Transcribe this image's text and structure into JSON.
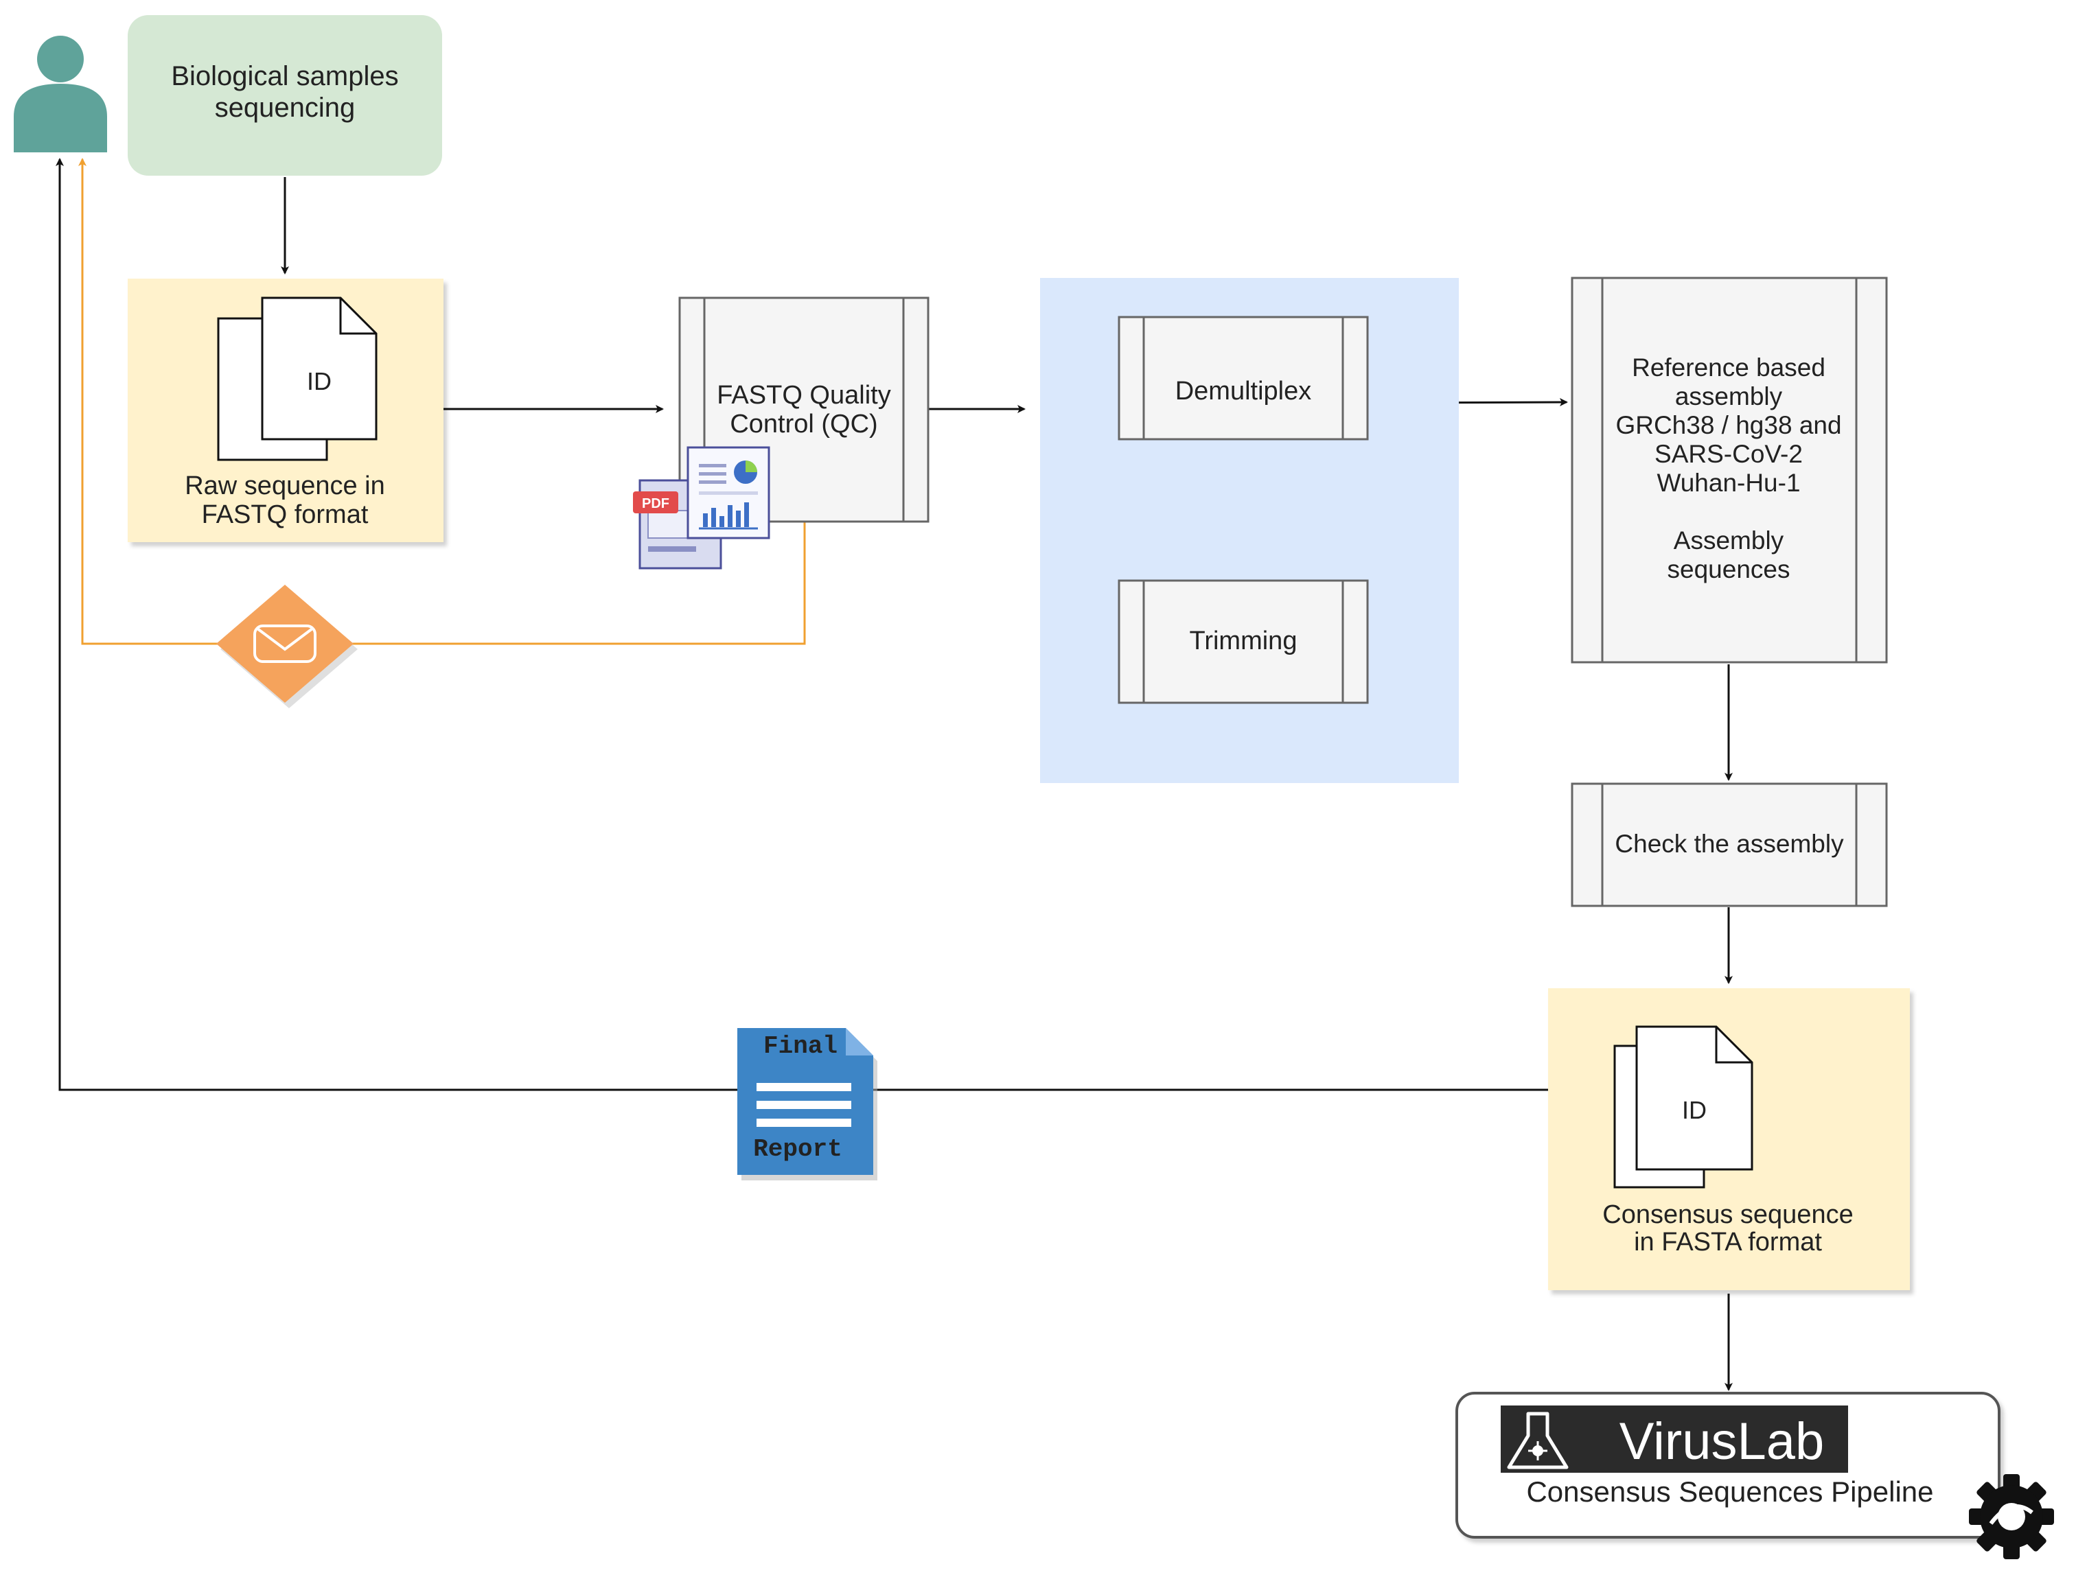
{
  "nodes": {
    "samples": {
      "lines": [
        "Biological samples",
        "sequencing"
      ],
      "color": "#d5e8d4"
    },
    "raw_fastq": {
      "id_label": "ID",
      "lines": [
        "Raw sequence in",
        "FASTQ format"
      ],
      "color": "#fff2cc"
    },
    "qc": {
      "lines": [
        "FASTQ Quality",
        "Control (QC)"
      ],
      "pdf_label": "PDF"
    },
    "preprocess_group": {
      "color": "#dae8fc"
    },
    "demultiplex": {
      "label": "Demultiplex"
    },
    "trimming": {
      "label": "Trimming"
    },
    "assembly": {
      "lines": [
        "Reference based",
        "assembly",
        "GRCh38 / hg38 and",
        "SARS-CoV-2",
        "Wuhan-Hu-1",
        "",
        "Assembly",
        "sequences"
      ]
    },
    "check": {
      "label": "Check the assembly"
    },
    "consensus": {
      "id_label": "ID",
      "lines": [
        "Consensus sequence",
        "in FASTA format"
      ],
      "color": "#fff2cc"
    },
    "report": {
      "top": "Final",
      "bottom": "Report",
      "color": "#3d85c6"
    },
    "viruslab": {
      "title": "VirusLab",
      "subtitle": "Consensus Sequences Pipeline"
    }
  },
  "icons": {
    "user": "user-icon",
    "email": "envelope-icon",
    "report_doc": "chart-document-icon",
    "gear": "gear-icon",
    "flask": "flask-icon"
  },
  "colors": {
    "user": "#5fa39a",
    "email": "#f5a35c",
    "feedback_arrow": "#f0a030",
    "arrow": "#111111",
    "process_fill": "#f5f5f5",
    "process_stroke": "#666666",
    "viruslab_bg": "#2b2b2b"
  }
}
